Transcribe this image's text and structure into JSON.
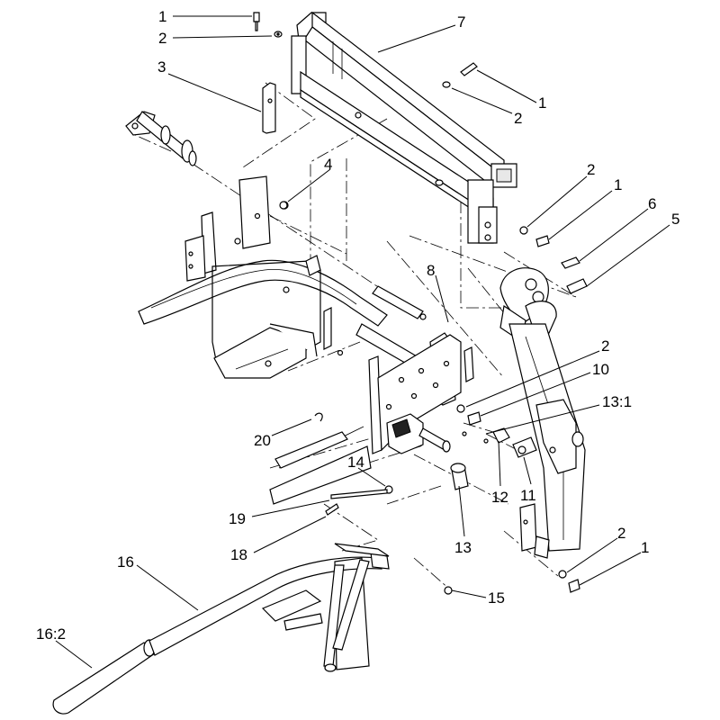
{
  "diagram": {
    "callouts": [
      {
        "id": "c1a",
        "text": "1"
      },
      {
        "id": "c2a",
        "text": "2"
      },
      {
        "id": "c3",
        "text": "3"
      },
      {
        "id": "c7",
        "text": "7"
      },
      {
        "id": "c1b",
        "text": "1"
      },
      {
        "id": "c2b",
        "text": "2"
      },
      {
        "id": "c4",
        "text": "4"
      },
      {
        "id": "c2c",
        "text": "2"
      },
      {
        "id": "c1c",
        "text": "1"
      },
      {
        "id": "c6",
        "text": "6"
      },
      {
        "id": "c5",
        "text": "5"
      },
      {
        "id": "c8",
        "text": "8"
      },
      {
        "id": "c2d",
        "text": "2"
      },
      {
        "id": "c10",
        "text": "10"
      },
      {
        "id": "c13_1",
        "text": "13:1"
      },
      {
        "id": "c20",
        "text": "20"
      },
      {
        "id": "c14",
        "text": "14"
      },
      {
        "id": "c12",
        "text": "12"
      },
      {
        "id": "c11",
        "text": "11"
      },
      {
        "id": "c19",
        "text": "19"
      },
      {
        "id": "c13",
        "text": "13"
      },
      {
        "id": "c18",
        "text": "18"
      },
      {
        "id": "c2e",
        "text": "2"
      },
      {
        "id": "c1d",
        "text": "1"
      },
      {
        "id": "c16",
        "text": "16"
      },
      {
        "id": "c15",
        "text": "15"
      },
      {
        "id": "c16_2",
        "text": "16:2"
      }
    ]
  }
}
